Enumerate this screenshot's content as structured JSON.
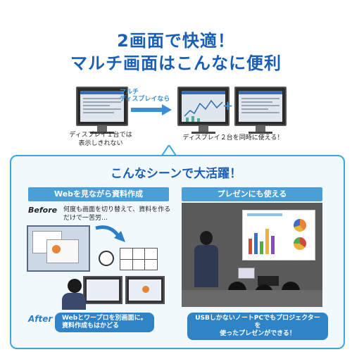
{
  "header": {
    "line1": "2画面で快適！",
    "line2": "マルチ画面はこんなに便利"
  },
  "compare": {
    "arrow_label_1": "マルチ",
    "arrow_label_2": "ディスプレイなら",
    "plus": "+",
    "single_caption_1": "ディスプレイ１台では",
    "single_caption_2": "表示しきれない",
    "dual_caption": "ディスプレイ２台を同時に使える！"
  },
  "scenes": {
    "title": "こんなシーンで大活躍！",
    "left": {
      "header": "Webを見ながら資料作成",
      "before_tag": "Before",
      "before_text_1": "何度も画面を切り替えて、資料を作る",
      "before_text_2": "だけで一苦労…",
      "after_tag": "After",
      "after_text_1": "Webとワープロを別画面に。",
      "after_text_2": "資料作成もはかどる"
    },
    "right": {
      "header": "プレゼンにも使える",
      "caption_1": "USBしかないノートPCでもプロジェクターを",
      "caption_2": "使ったプレゼンができる！"
    }
  },
  "colors": {
    "title_blue": "#1a5fb4",
    "panel_border": "#3aa6dd",
    "ribbon": "#4a9fd6",
    "arrow_blue": "#3a8fd8"
  }
}
